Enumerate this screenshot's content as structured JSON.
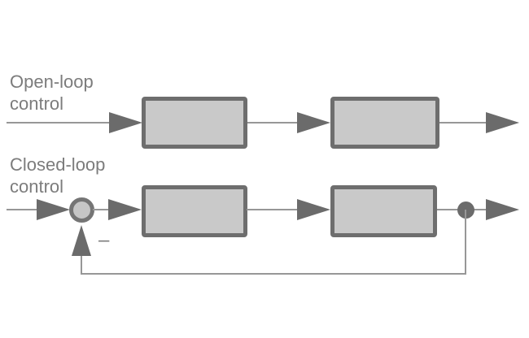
{
  "diagram": {
    "type": "block-diagram",
    "labels": {
      "open_loop": "Open-loop\ncontrol",
      "closed_loop": "Closed-loop\ncontrol",
      "minus_sign": "–"
    },
    "structure": {
      "open_loop_row": {
        "label": "Open-loop control",
        "blocks": 2,
        "flow": "input-arrow -> block -> arrow -> block -> output-arrow",
        "feedback": false
      },
      "closed_loop_row": {
        "label": "Closed-loop control",
        "blocks": 2,
        "flow": "input-arrow -> summing-junction -> arrow -> block -> arrow -> block -> pickoff-dot -> output-arrow",
        "feedback": true,
        "summing_junction_sign": "–"
      }
    },
    "colors": {
      "background": "#ffffff",
      "block_fill": "#c9c9c9",
      "block_border": "#6e6e6e",
      "arrow": "#6b6b6b",
      "signal_line": "#979797",
      "text": "#7c7c7c",
      "junction_fill": "#c6c6c6",
      "junction_border": "#757575",
      "pickoff_dot": "#6b6b6b"
    }
  }
}
